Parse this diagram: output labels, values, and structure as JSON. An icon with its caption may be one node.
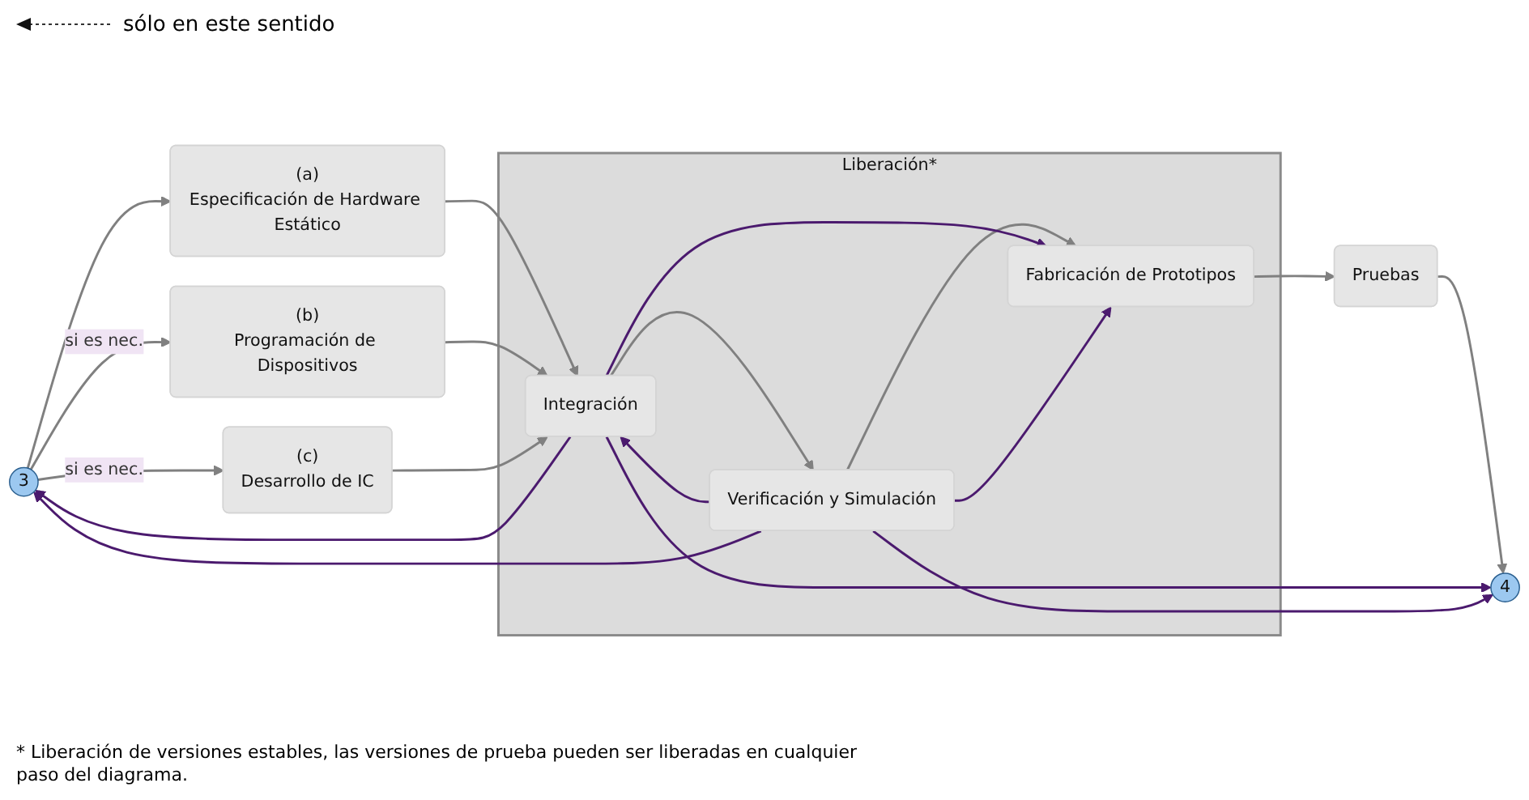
{
  "diagram": {
    "caption": "* Liberación de versiones estables, las versiones de prueba pueden ser liberadas en cualquier paso del diagrama.",
    "nodes": [
      {
        "text": [
          "3"
        ]
      },
      {
        "text": [
          "(a)",
          "Especificación de Hardware Estático"
        ]
      },
      {
        "text": [
          "(b)",
          "Programación de Dispositivos"
        ]
      },
      {
        "text": [
          "(c)",
          "Desarrollo de IC"
        ]
      },
      {
        "text": [
          "Liberación*"
        ]
      },
      {
        "text": [
          "Integración"
        ],
        "in": 4
      },
      {
        "text": [
          "Verificación y Simulación"
        ],
        "in": 4
      },
      {
        "text": [
          "Fabricación de Prototipos"
        ],
        "in": 4
      },
      {
        "text": [
          "Pruebas"
        ]
      },
      {
        "text": [
          "4"
        ]
      }
    ],
    "edges": [
      {
        "from": 0,
        "to": 1,
        "arrow": "to"
      },
      {
        "from": 0,
        "to": 2,
        "arrow": "to",
        "label": "si es nec."
      },
      {
        "from": 0,
        "to": 3,
        "arrow": "to",
        "label": "si es nec."
      },
      {
        "from": 1,
        "to": 5,
        "arrow": "to"
      },
      {
        "from": 2,
        "to": 5,
        "arrow": "to"
      },
      {
        "from": 3,
        "to": 5,
        "arrow": "to"
      },
      {
        "from": 5,
        "to": 6,
        "arrow": "to"
      },
      {
        "from": 6,
        "to": 7,
        "arrow": "to"
      },
      {
        "from": 7,
        "to": 8,
        "arrow": "to"
      },
      {
        "from": 8,
        "to": 9,
        "arrow": "to"
      },
      {
        "from": 5,
        "to": 0,
        "arrow": "to",
        "color": "#4b1a6e"
      },
      {
        "from": 5,
        "to": 7,
        "arrow": "to",
        "color": "#4b1a6e"
      },
      {
        "from": 5,
        "to": 9,
        "arrow": "to",
        "color": "#4b1a6e"
      },
      {
        "from": 6,
        "to": 5,
        "arrow": "to",
        "color": "#4b1a6e"
      },
      {
        "from": 6,
        "to": 0,
        "arrow": "to",
        "color": "#4b1a6e"
      },
      {
        "from": 6,
        "to": 7,
        "arrow": "to",
        "color": "#4b1a6e"
      },
      {
        "from": 6,
        "to": 9,
        "arrow": "to",
        "color": "#4b1a6e"
      }
    ],
    "labels": [
      "sólo en este sentido"
    ]
  }
}
